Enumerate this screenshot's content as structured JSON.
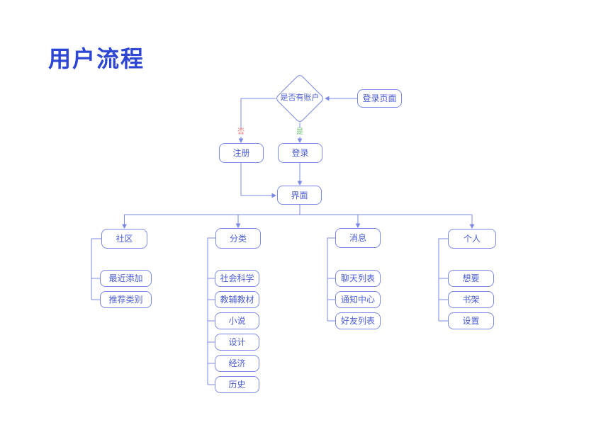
{
  "title": "用户流程",
  "colors": {
    "title": "#2e46d4",
    "line": "#7c89e4",
    "node_text": "#4a5cd4",
    "no_label": "#e07b7b",
    "yes_label": "#72c372",
    "background": "#ffffff"
  },
  "flow": {
    "start": "登录页面",
    "decision": "是否有账户",
    "branch_no": {
      "label": "否",
      "target": "注册"
    },
    "branch_yes": {
      "label": "是",
      "target": "登录"
    },
    "merge": "界面"
  },
  "sections": [
    {
      "label": "社区",
      "children": [
        "最近添加",
        "推荐类别"
      ]
    },
    {
      "label": "分类",
      "children": [
        "社会科学",
        "教辅教材",
        "小说",
        "设计",
        "经济",
        "历史"
      ]
    },
    {
      "label": "消息",
      "children": [
        "聊天列表",
        "通知中心",
        "好友列表"
      ]
    },
    {
      "label": "个人",
      "children": [
        "想要",
        "书架",
        "设置"
      ]
    }
  ]
}
